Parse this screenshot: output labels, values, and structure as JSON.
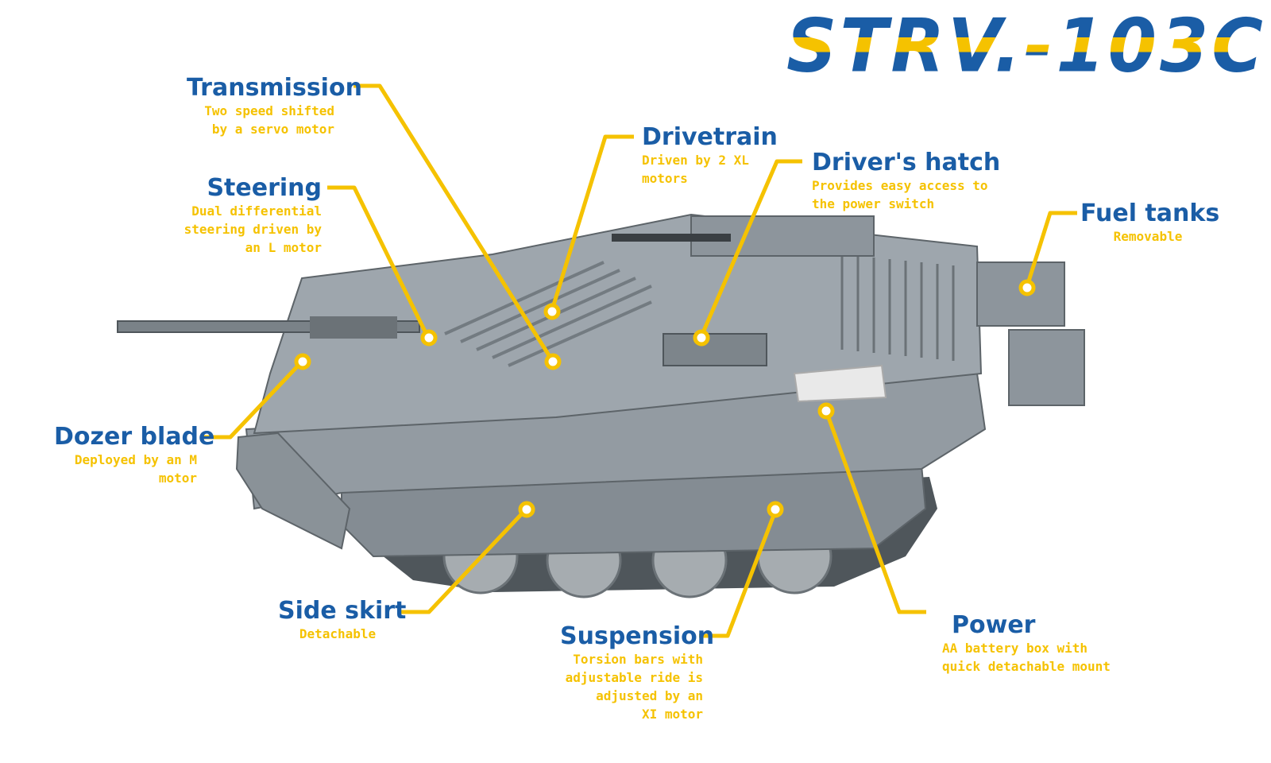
{
  "title": "STRV.-103C",
  "colors": {
    "title_blue": "#1a5da6",
    "title_stripe_yellow": "#f5c200",
    "label_blue": "#1a5da6",
    "desc_yellow": "#f5c200",
    "leader_yellow": "#f5c200",
    "tank_grey": "#8d959c",
    "tank_dark": "#5d6469"
  },
  "callouts": {
    "transmission": {
      "name": "Transmission",
      "desc": [
        "Two speed shifted",
        "by a servo motor"
      ]
    },
    "steering": {
      "name": "Steering",
      "desc": [
        "Dual differential",
        "steering driven by",
        "an L motor"
      ]
    },
    "drivetrain": {
      "name": "Drivetrain",
      "desc": [
        "Driven by 2 XL",
        "motors"
      ]
    },
    "drivers_hatch": {
      "name": "Driver's hatch",
      "desc": [
        "Provides easy access to",
        "the power switch"
      ]
    },
    "fuel_tanks": {
      "name": "Fuel tanks",
      "desc": [
        "Removable"
      ]
    },
    "dozer_blade": {
      "name": "Dozer blade",
      "desc": [
        "Deployed by an M",
        "motor"
      ]
    },
    "side_skirt": {
      "name": "Side skirt",
      "desc": [
        "Detachable"
      ]
    },
    "suspension": {
      "name": "Suspension",
      "desc": [
        "Torsion bars with",
        "adjustable ride is",
        "adjusted by an",
        "XI motor"
      ]
    },
    "power": {
      "name": "Power",
      "desc": [
        "AA battery box with",
        "quick detachable mount"
      ]
    }
  }
}
